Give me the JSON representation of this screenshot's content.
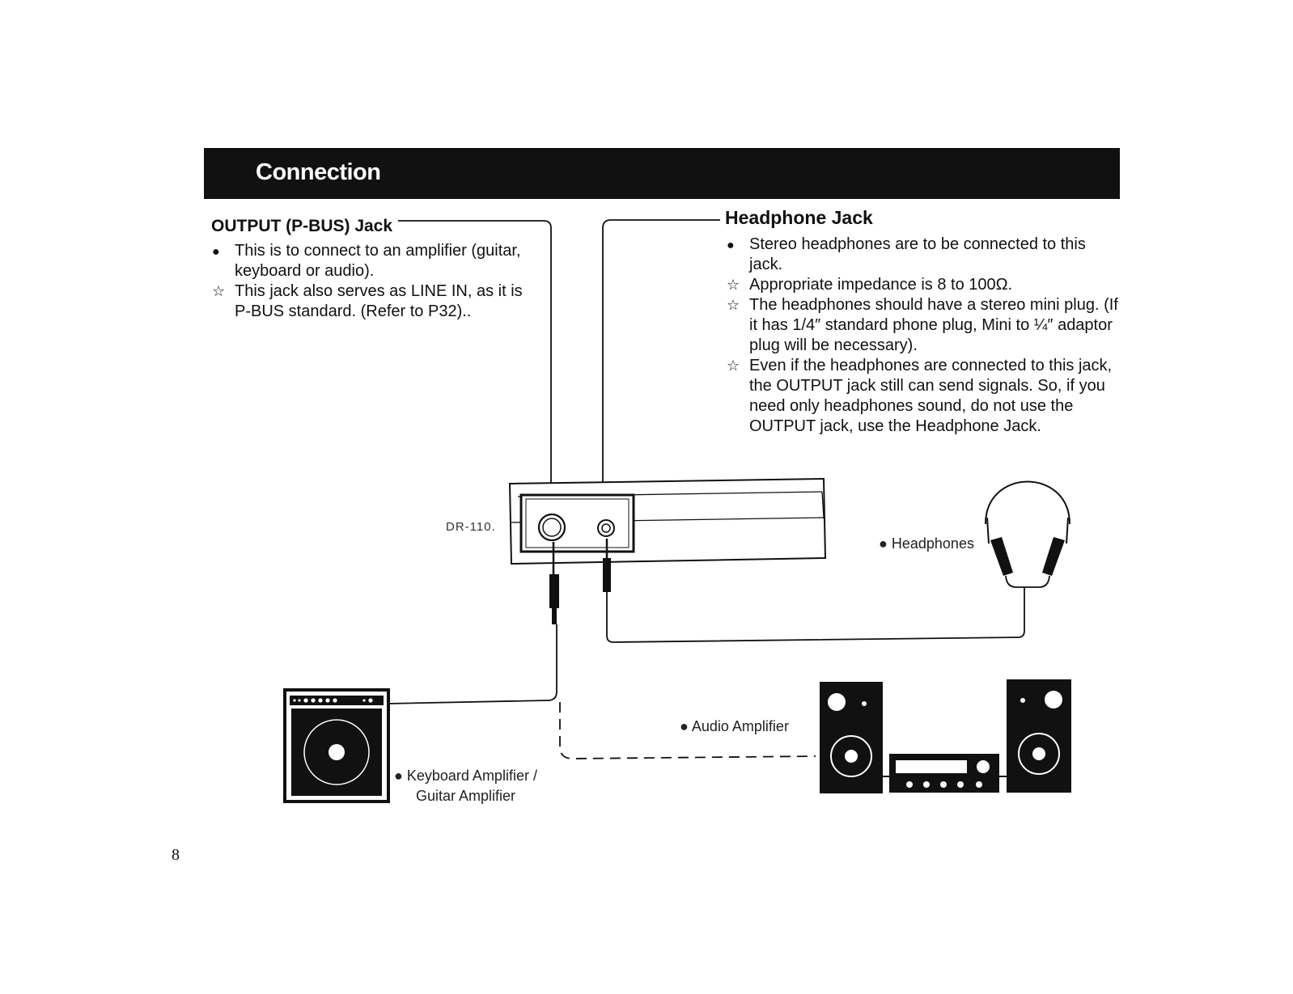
{
  "section": {
    "title": "Connection"
  },
  "output_jack": {
    "heading": "OUTPUT (P-BUS) Jack",
    "items": [
      {
        "marker": "●",
        "text": "This is to connect to an amplifier (guitar, keyboard or audio)."
      },
      {
        "marker": "☆",
        "text": "This jack also serves as LINE IN, as it is P-BUS standard. (Refer to P32).."
      }
    ]
  },
  "headphone_jack": {
    "heading": "Headphone Jack",
    "items": [
      {
        "marker": "●",
        "text": "Stereo headphones are to be connected to this jack."
      },
      {
        "marker": "☆",
        "text": "Appropriate impedance is 8 to 100Ω."
      },
      {
        "marker": "☆",
        "text": "The headphones should have a stereo mini plug. (If it has 1/4″ standard phone plug, Mini to ¼″ adaptor plug will be necessary)."
      },
      {
        "marker": "☆",
        "text": "Even if the headphones are connected to this jack, the OUTPUT jack still can send signals. So, if you need only headphones sound, do not use the OUTPUT jack, use the Headphone Jack."
      }
    ]
  },
  "diagram": {
    "device_label": "DR-110.",
    "headphones_label": "● Headphones",
    "audio_amp_label": "● Audio Amplifier",
    "keyboard_amp_label_line1": "● Keyboard Amplifier /",
    "keyboard_amp_label_line2": "Guitar Amplifier"
  },
  "page": {
    "number": "8"
  }
}
